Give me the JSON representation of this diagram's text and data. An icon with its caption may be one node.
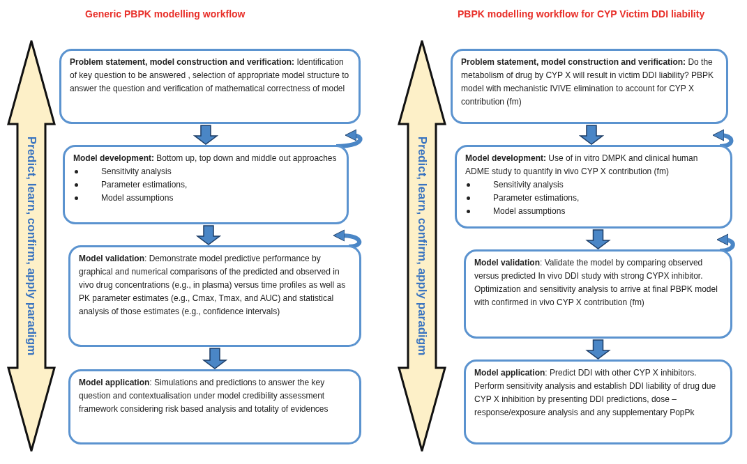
{
  "diagram": {
    "nodes": [
      {
        "text": [
          "Predict, learn, confirm, apply paradigm"
        ]
      },
      {
        "text": [
          "**Problem statement, model construction and verification:** Identification of key question to be answered , selection of appropriate model structure to answer the question and verification of mathematical correctness of model"
        ]
      },
      {
        "text": [
          "**Model development:** Bottom up, top down and middle out approaches",
          "Sensitivity analysis",
          "Parameter estimations,",
          "Model assumptions"
        ]
      },
      {
        "text": [
          "**Model validation**: Demonstrate model predictive performance by graphical and numerical comparisons of the predicted and observed in vivo drug concentrations (e.g., in plasma) versus time profiles as well as PK parameter estimates (e.g., Cmax, Tmax, and AUC) and statistical  analysis of those estimates (e.g., confidence intervals)"
        ]
      },
      {
        "text": [
          "**Model application**: Simulations and predictions to answer the key question and contextualisation under model credibility assessment framework considering risk based analysis and totality of evidences"
        ]
      },
      {
        "text": [
          "Predict, learn, confirm, apply paradigm"
        ]
      },
      {
        "text": [
          "**Problem statement, model construction and verification:** Do the metabolism of drug by CYP X will result in victim DDI liability? PBPK model with mechanistic IVIVE elimination to account for CYP X contribution (fm)"
        ]
      },
      {
        "text": [
          "**Model development:** Use of in vitro DMPK and clinical human ADME study to quantify in vivo CYP X contribution (fm)",
          "Sensitivity analysis",
          "Parameter estimations,",
          "Model assumptions"
        ]
      },
      {
        "text": [
          "**Model validation**: Validate the model by comparing observed versus predicted In vivo DDI study with strong CYPX inhibitor. Optimization and sensitivity analysis to arrive at final PBPK model with confirmed in vivo CYP X contribution (fm)"
        ]
      },
      {
        "text": [
          "**Model application**: Predict DDI with other CYP X inhibitors. Perform sensitivity analysis and establish DDI liability of drug due CYP X inhibition by presenting DDI predictions, dose – response/exposure analysis and any supplementary PopPk"
        ]
      }
    ],
    "edges": [
      {
        "from": 1,
        "to": 2,
        "arrow": "to"
      },
      {
        "from": 2,
        "to": 3,
        "arrow": "to"
      },
      {
        "from": 3,
        "to": 4,
        "arrow": "to"
      },
      {
        "from": 2,
        "to": 1,
        "arrow": "to"
      },
      {
        "from": 3,
        "to": 2,
        "arrow": "to"
      },
      {
        "from": 6,
        "to": 7,
        "arrow": "to"
      },
      {
        "from": 7,
        "to": 8,
        "arrow": "to"
      },
      {
        "from": 8,
        "to": 9,
        "arrow": "to"
      },
      {
        "from": 7,
        "to": 6,
        "arrow": "to"
      },
      {
        "from": 8,
        "to": 7,
        "arrow": "to"
      }
    ],
    "labels": [
      "Generic PBPK modelling workflow",
      "PBPK modelling workflow for CYP Victim DDI liability"
    ]
  }
}
